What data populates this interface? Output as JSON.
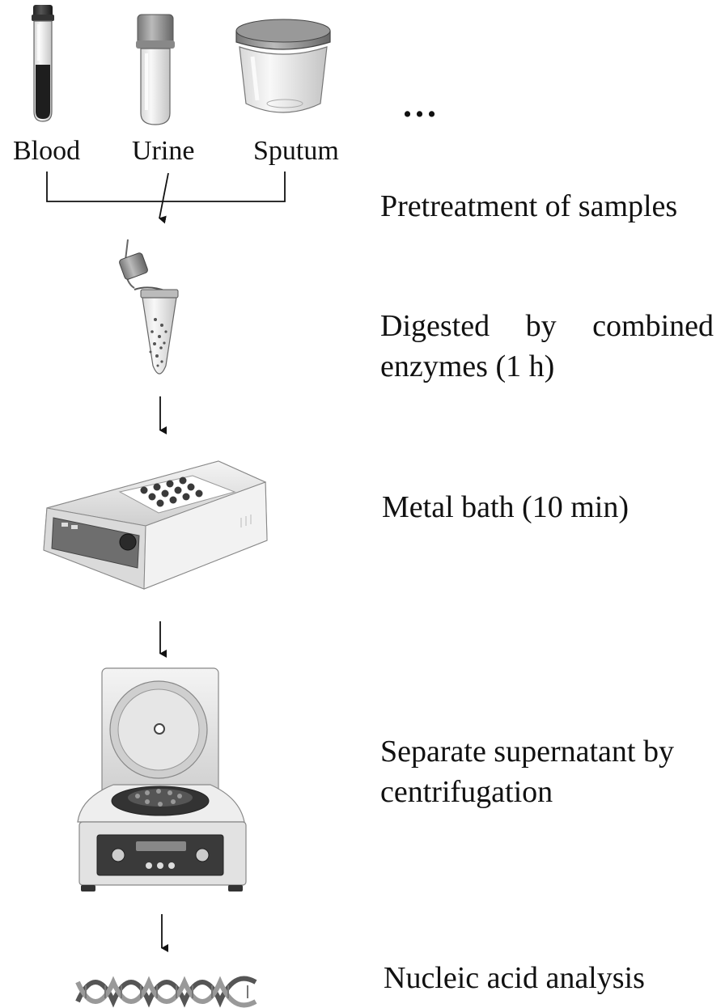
{
  "samples": {
    "blood": "Blood",
    "urine": "Urine",
    "sputum": "Sputum",
    "more": "..."
  },
  "steps": {
    "pretreatment": "Pretreatment of samples",
    "digest_line1": "Digested by combined",
    "digest_line2": "enzymes (1 h)",
    "metal_bath": "Metal bath (10 min)",
    "separate_line1": "Separate supernatant by",
    "separate_line2": "centrifugation",
    "analysis": "Nucleic acid analysis"
  },
  "icons": [
    "blood-tube-icon",
    "urine-tube-icon",
    "sputum-cup-icon",
    "microcentrifuge-tube-icon",
    "metal-bath-icon",
    "centrifuge-icon",
    "dna-helix-icon"
  ]
}
